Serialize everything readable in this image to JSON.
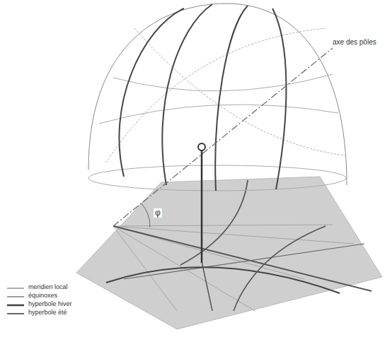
{
  "diagram": {
    "labels": [
      "axe des pôles",
      "φ"
    ],
    "legend": [
      {
        "text": "meridien local"
      },
      {
        "text": "équinoxes"
      },
      {
        "text": "hyperbole hiver"
      },
      {
        "text": "hyperbole été"
      }
    ]
  }
}
